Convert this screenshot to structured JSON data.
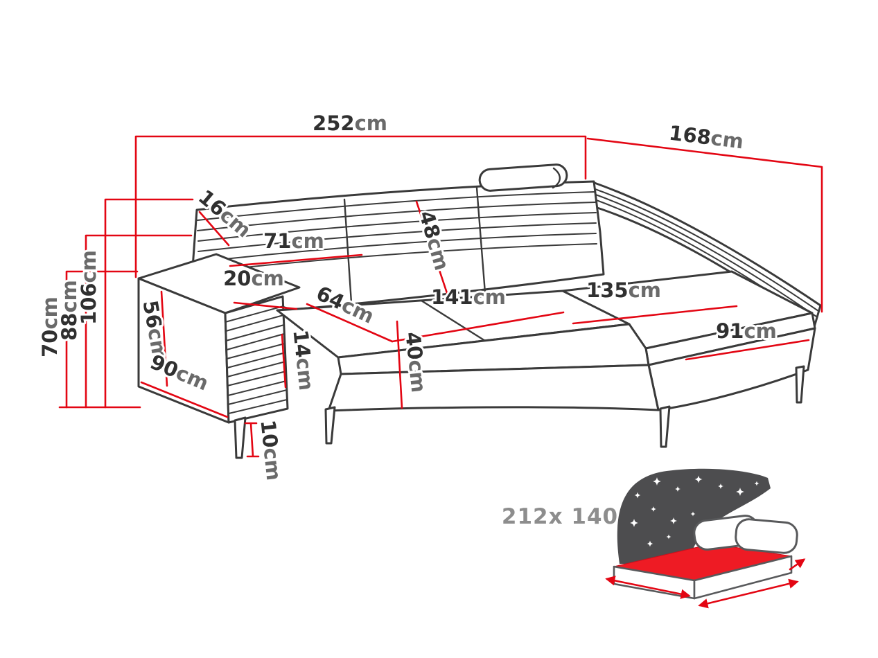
{
  "diagram": {
    "subject": "corner-sofa-dimension-diagram",
    "colors": {
      "dimension_line": "#e30613",
      "outline": "#3a3a3a",
      "mattress": "#ee1b24",
      "night_sky": "#4d4d4f",
      "value_text": "#303030",
      "unit_text": "#6a6a6a",
      "sleeping_text": "#8d8d8d"
    },
    "dimensions": {
      "overall_width": {
        "value": "252",
        "unit": "cm"
      },
      "overall_depth": {
        "value": "168",
        "unit": "cm"
      },
      "total_height": {
        "value": "106",
        "unit": "cm"
      },
      "back_height": {
        "value": "88",
        "unit": "cm"
      },
      "arm_side_height": {
        "value": "70",
        "unit": "cm"
      },
      "back_cushion_thickness": {
        "value": "16",
        "unit": "cm"
      },
      "back_cushion_width": {
        "value": "71",
        "unit": "cm"
      },
      "backrest_cushion_height": {
        "value": "48",
        "unit": "cm"
      },
      "armrest_top_width": {
        "value": "20",
        "unit": "cm"
      },
      "seat_depth": {
        "value": "64",
        "unit": "cm"
      },
      "seat_width": {
        "value": "141",
        "unit": "cm"
      },
      "chaise_seat_length": {
        "value": "135",
        "unit": "cm"
      },
      "chaise_width": {
        "value": "91",
        "unit": "cm"
      },
      "armrest_height": {
        "value": "56",
        "unit": "cm"
      },
      "armrest_base_depth": {
        "value": "90",
        "unit": "cm"
      },
      "seat_cushion_thickness": {
        "value": "14",
        "unit": "cm"
      },
      "seat_height": {
        "value": "40",
        "unit": "cm"
      },
      "leg_height": {
        "value": "10",
        "unit": "cm"
      }
    },
    "sleeping_area": {
      "label": "212x 140"
    }
  }
}
